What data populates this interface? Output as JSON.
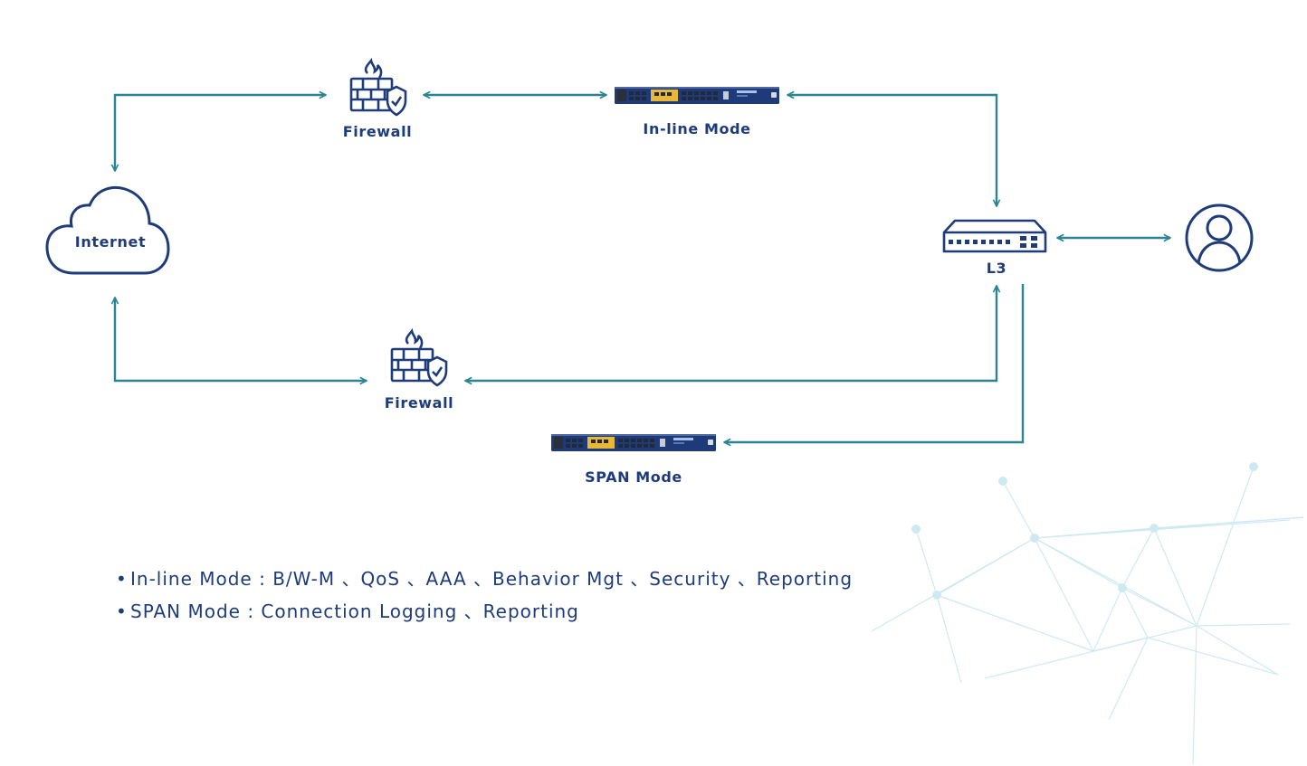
{
  "nodes": {
    "internet": "Internet",
    "firewall_top": "Firewall",
    "firewall_bottom": "Firewall",
    "inline_device": "In-line Mode",
    "span_device": "SPAN Mode",
    "l3_switch": "L3"
  },
  "legend": [
    {
      "bullet": "•",
      "text": "In-line Mode : B/W-M 、QoS 、AAA 、Behavior Mgt 、Security 、Reporting"
    },
    {
      "bullet": "•",
      "text": "SPAN Mode : Connection Logging 、Reporting"
    }
  ],
  "colors": {
    "navy": "#1f3c7a",
    "teal": "#2a8591",
    "accent_yellow": "#e8b83a",
    "network_light": "#bfe3ef"
  },
  "icons": {
    "internet": "cloud-icon",
    "firewall": "firewall-shield-icon",
    "appliance": "rack-appliance-icon",
    "l3": "network-switch-icon",
    "user": "user-avatar-icon"
  }
}
